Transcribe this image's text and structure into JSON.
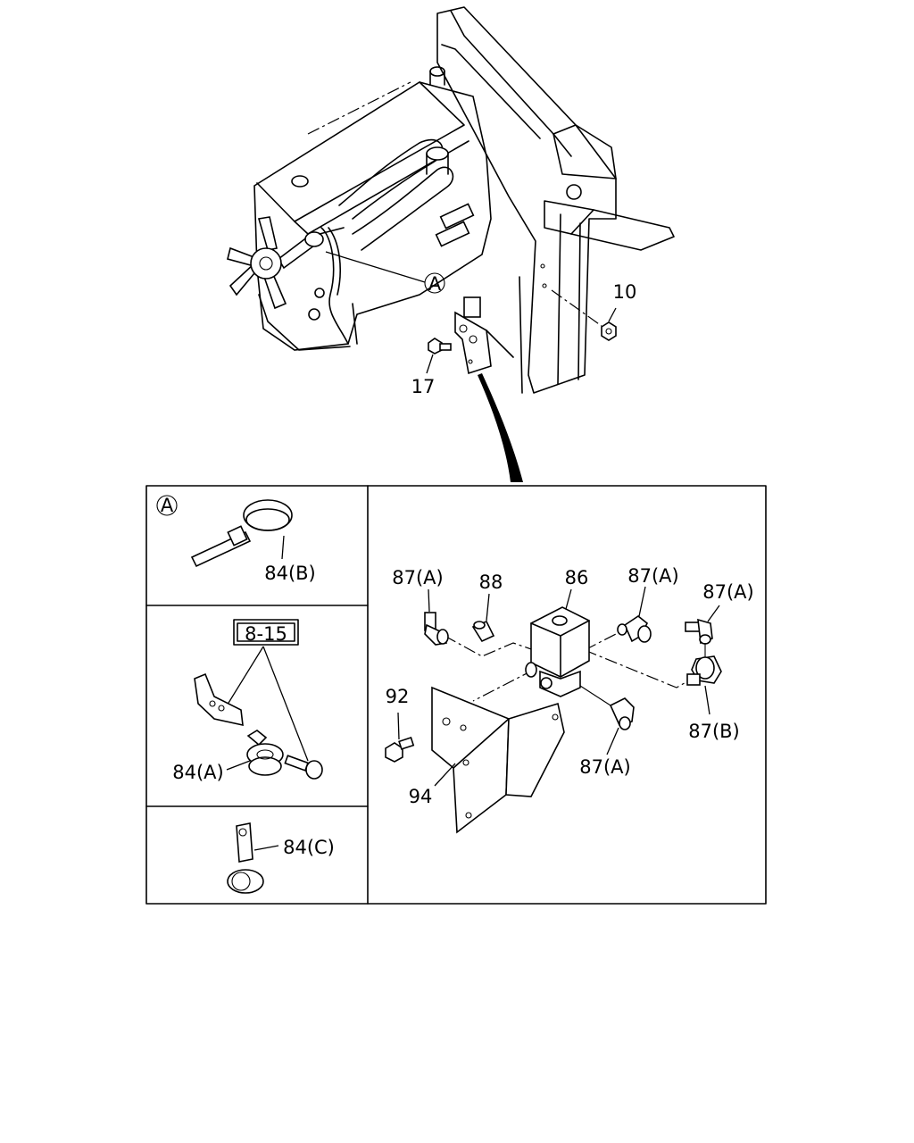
{
  "callouts": {
    "c10": "10",
    "c17": "17",
    "a_top": "A",
    "a_box": "A",
    "c84b": "84(B)",
    "ref": "8-15",
    "c84a": "84(A)",
    "c84c": "84(C)",
    "c87a_1": "87(A)",
    "c88": "88",
    "c86": "86",
    "c87a_2": "87(A)",
    "c87a_3": "87(A)",
    "c92": "92",
    "c87b": "87(B)",
    "c87a_4": "87(A)",
    "c94": "94"
  }
}
